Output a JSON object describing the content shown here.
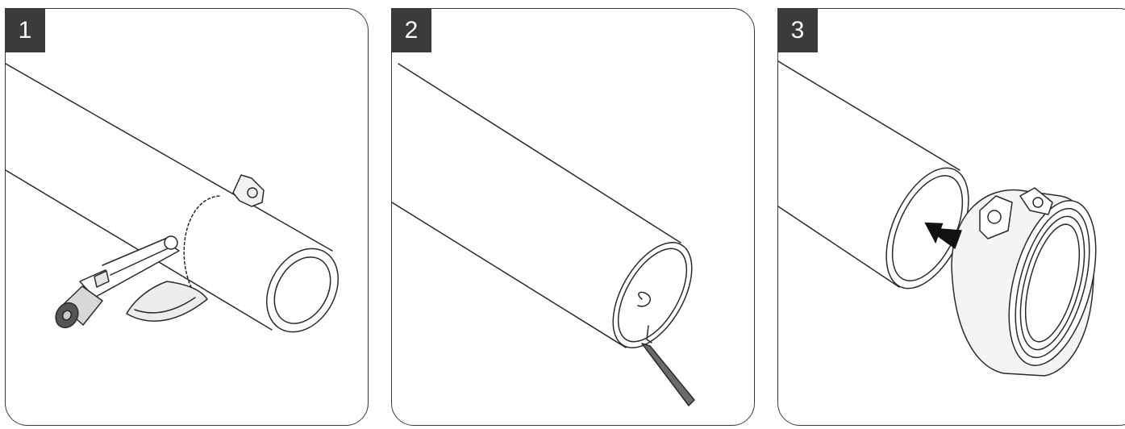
{
  "steps": [
    {
      "number": "1",
      "illustration": "pipe-cutter-cutting-pipe"
    },
    {
      "number": "2",
      "illustration": "deburring-tool-at-pipe-end"
    },
    {
      "number": "3",
      "illustration": "coupling-pushed-onto-pipe-end"
    }
  ],
  "colors": {
    "line": "#2a2a2a",
    "badge": "#3b3b3b",
    "badge_text": "#ffffff",
    "shade": "#e6e6e6",
    "arrow": "#111111"
  }
}
